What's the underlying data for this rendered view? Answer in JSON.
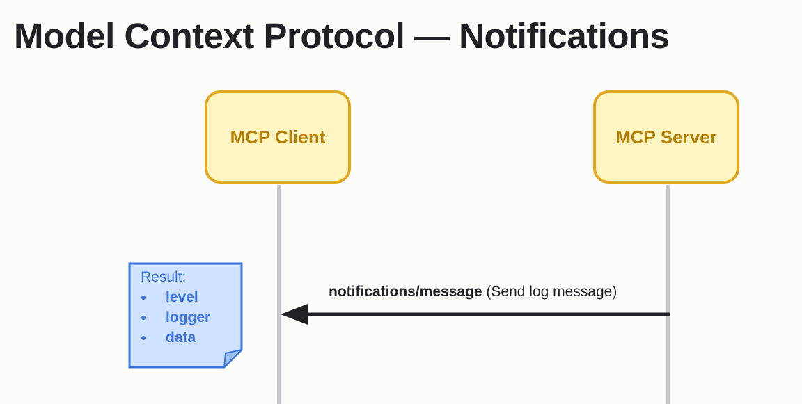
{
  "title": "Model Context Protocol — Notifications",
  "participants": {
    "client": "MCP Client",
    "server": "MCP Server"
  },
  "message": {
    "method": "notifications/message",
    "description": "(Send log message)",
    "from": "MCP Server",
    "to": "MCP Client"
  },
  "note": {
    "heading": "Result:",
    "items": [
      "level",
      "logger",
      "data"
    ]
  },
  "colors": {
    "participant_fill": "#fff5c2",
    "participant_border": "#e2a91f",
    "participant_text": "#b37f06",
    "note_fill": "#cfe2ff",
    "note_border": "#3b74de",
    "lifeline": "#c7c9cc",
    "arrow": "#202124"
  }
}
